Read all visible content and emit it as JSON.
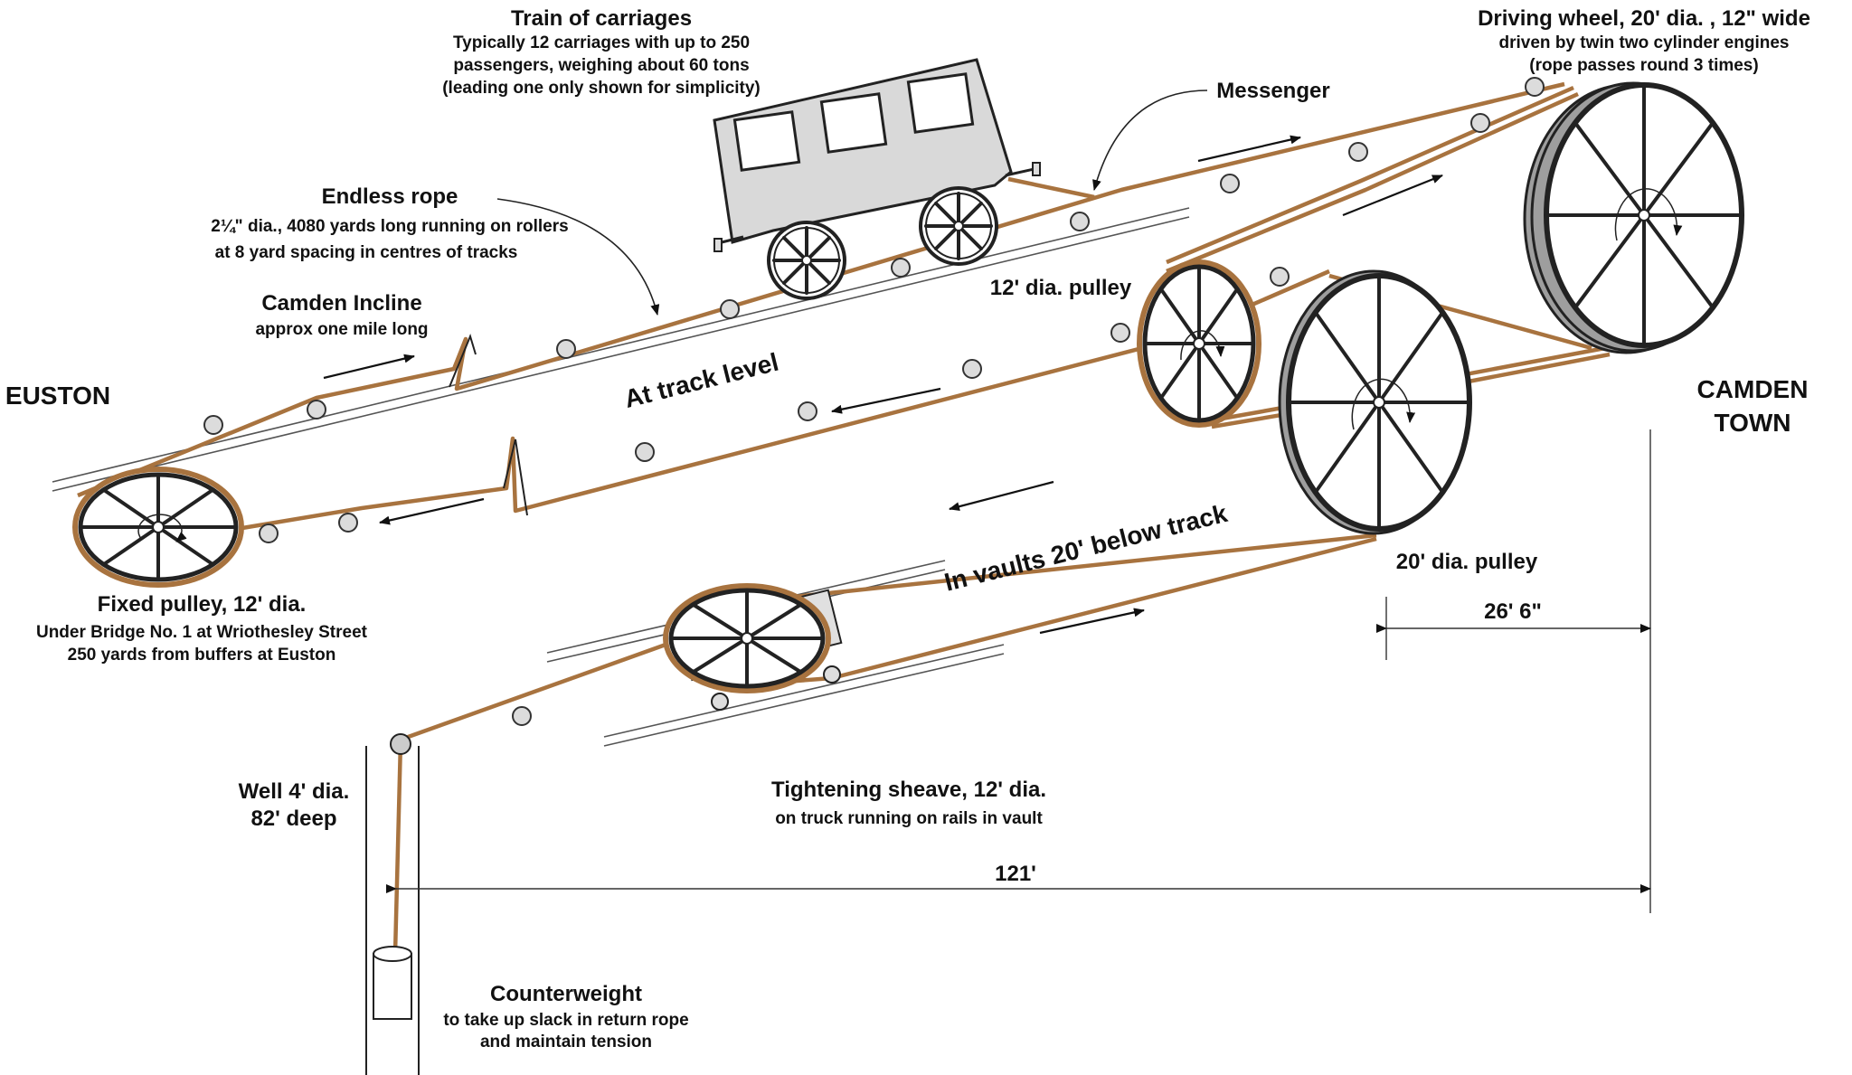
{
  "colors": {
    "rope": "#a8733f",
    "carriage": "#d9d9d9",
    "outline": "#222222",
    "roller": "#dcdcdc"
  },
  "labels": {
    "train_title": "Train of carriages",
    "train_desc": [
      "Typically 12 carriages with up to 250",
      "passengers, weighing about 60 tons",
      "(leading one only shown for simplicity)"
    ],
    "messenger": "Messenger",
    "driving_title": "Driving wheel, 20' dia. , 12\" wide",
    "driving_desc": [
      "driven by twin two cylinder engines",
      "(rope passes round 3 times)"
    ],
    "endless_title": "Endless rope",
    "endless_desc": [
      "2¼\" dia., 4080 yards long  running on rollers",
      "at 8 yard spacing in centres of tracks"
    ],
    "incline_title": "Camden Incline",
    "incline_desc": "approx one mile long",
    "euston": "EUSTON",
    "camden": [
      "CAMDEN",
      "TOWN"
    ],
    "pulley12": "12' dia. pulley",
    "track_level": "At track level",
    "vaults": "In vaults 20' below track",
    "pulley20": "20' dia. pulley",
    "dim_26": "26' 6\"",
    "fixed_title": "Fixed pulley, 12' dia.",
    "fixed_desc": [
      "Under Bridge No. 1 at Wriothesley Street",
      "250 yards from buffers at Euston"
    ],
    "well": [
      "Well 4' dia.",
      "82' deep"
    ],
    "sheave_title": "Tightening sheave, 12' dia.",
    "sheave_desc": "on truck running on rails in vault",
    "dim_121": "121'",
    "counter_title": "Counterweight",
    "counter_desc": [
      "to take up slack in return rope",
      "and maintain tension"
    ]
  }
}
